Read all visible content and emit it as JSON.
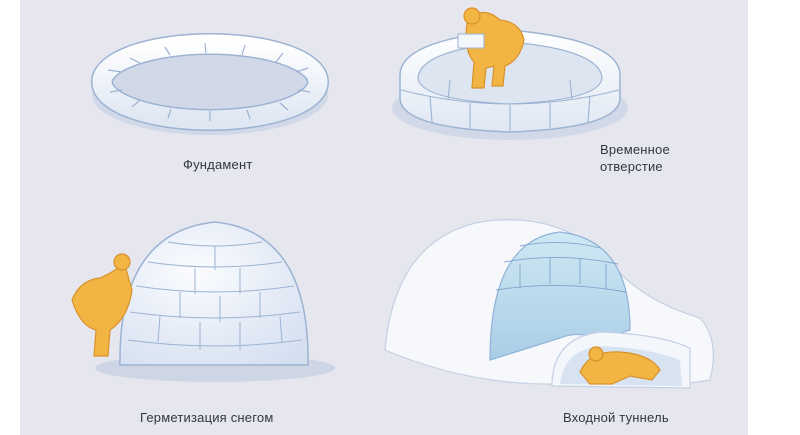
{
  "stages": [
    {
      "caption": "Фундамент"
    },
    {
      "caption_lines": [
        "Временное",
        "отверстие"
      ]
    },
    {
      "caption": "Герметизация снегом"
    },
    {
      "caption": "Входной туннель"
    }
  ],
  "colors": {
    "background": "#e6e7ee",
    "snow_block": "#f3f6fb",
    "block_edge": "#9cb3d2",
    "shadow": "#b7c4dc",
    "parka": "#f2b544",
    "parka_shade": "#d8912a"
  },
  "icons": [
    "igloo-foundation-ring",
    "igloo-wall",
    "igloo-dome",
    "igloo-cutaway",
    "builder-figure"
  ]
}
